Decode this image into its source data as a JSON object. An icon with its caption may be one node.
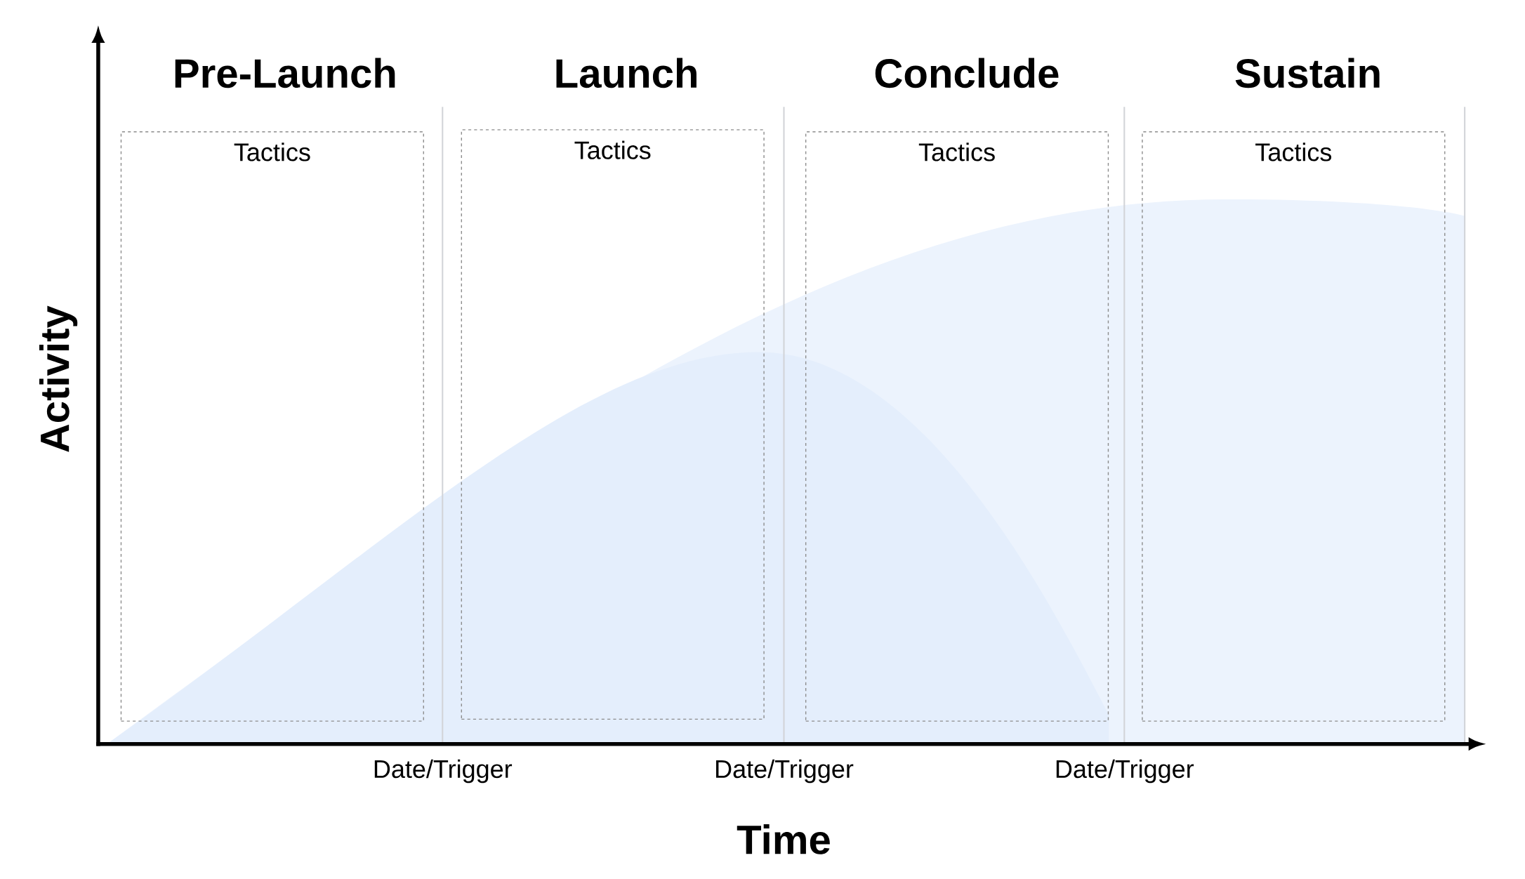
{
  "diagram": {
    "nodes": [
      {
        "text": [
          "Tactics"
        ]
      },
      {
        "text": [
          "Tactics"
        ]
      },
      {
        "text": [
          "Tactics"
        ]
      },
      {
        "text": [
          "Tactics"
        ]
      }
    ],
    "edges": [],
    "labels": [
      "Pre-Launch",
      "Launch",
      "Conclude",
      "Sustain",
      "Activity",
      "Date/Trigger",
      "Date/Trigger",
      "Date/Trigger",
      "Time"
    ]
  }
}
